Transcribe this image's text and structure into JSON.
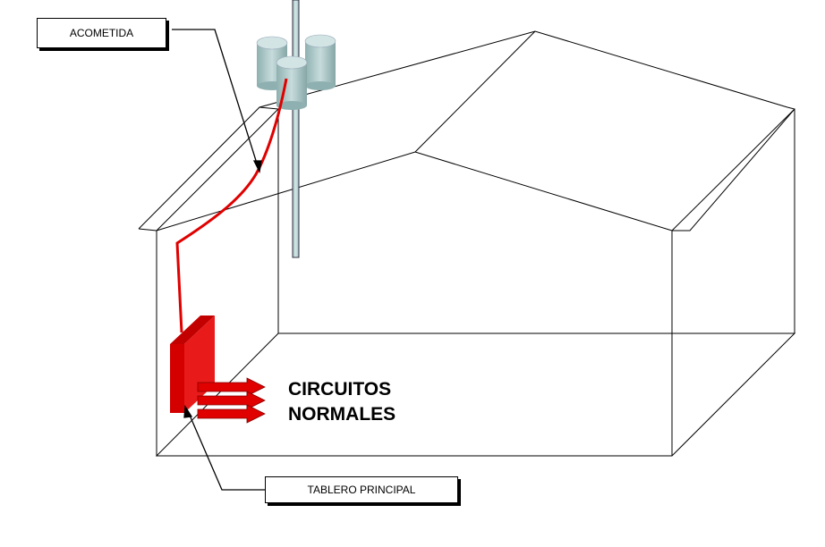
{
  "labels": {
    "acometida": "ACOMETIDA",
    "tablero": "TABLERO PRINCIPAL",
    "circuitos_line1": "CIRCUITOS",
    "circuitos_line2": "NORMALES"
  },
  "colors": {
    "line": "#000000",
    "cable": "#e00000",
    "panel_front": "#d40000",
    "panel_side": "#e81a1a",
    "transformer": "#a9c4c4",
    "transformer_top": "#cfe0e0",
    "pole": "#b9d3d3"
  }
}
